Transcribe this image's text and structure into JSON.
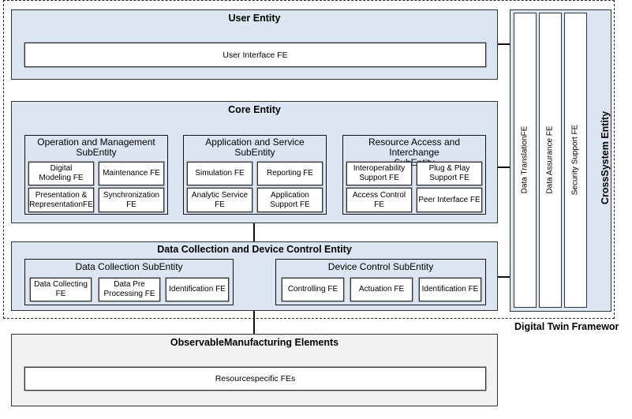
{
  "framework": {
    "label": "Digital Twin Framewor"
  },
  "user_entity": {
    "title": "User Entity",
    "fe": "User Interface FE"
  },
  "core_entity": {
    "title": "Core Entity",
    "subentities": [
      {
        "title": "Operation and Management\nSubEntity",
        "fes": [
          "Digital\nModeling FE",
          "Maintenance FE",
          "Presentation &\nRepresentationFE",
          "Synchronization\nFE"
        ]
      },
      {
        "title": "Application and Service\nSubEntity",
        "fes": [
          "Simulation FE",
          "Reporting FE",
          "Analytic Service\nFE",
          "Application\nSupport FE"
        ]
      },
      {
        "title": "Resource Access and Interchange\nSubEntity",
        "fes": [
          "Interoperability\nSupport FE",
          "Plug & Play\nSupport FE",
          "Access Control FE",
          "Peer Interface FE"
        ]
      }
    ]
  },
  "data_device_entity": {
    "title": "Data Collection and Device Control Entity",
    "subentities": [
      {
        "title": "Data Collection SubEntity",
        "fes": [
          "Data Collecting\nFE",
          "Data Pre\nProcessing FE",
          "Identification FE"
        ]
      },
      {
        "title": "Device Control SubEntity",
        "fes": [
          "Controlling FE",
          "Actuation FE",
          "Identification FE"
        ]
      }
    ]
  },
  "observable_entity": {
    "title": "ObservableManufacturing Elements",
    "fe": "Resourcespecific FEs"
  },
  "cross_system": {
    "title": "CrossSystem Entity",
    "columns": [
      "Data TranslationFE",
      "Data Assurance FE",
      "Security Support FE"
    ]
  }
}
